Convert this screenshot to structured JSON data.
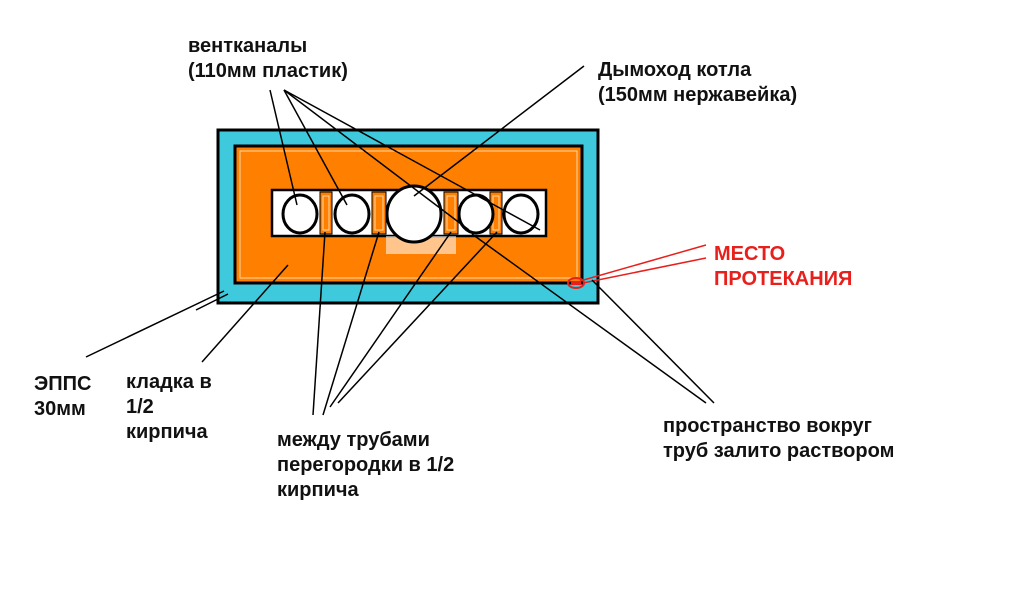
{
  "labels": {
    "vent": {
      "line1": "вентканалы",
      "line2": "(110мм пластик)"
    },
    "chimney": {
      "line1": "Дымоход котла",
      "line2": "(150мм нержавейка)"
    },
    "leak": {
      "line1": "МЕСТО",
      "line2": "ПРОТЕКАНИЯ"
    },
    "epps": {
      "line1": "ЭППС",
      "line2": "30мм"
    },
    "masonry": {
      "line1": "кладка в",
      "line2": "1/2",
      "line3": "кирпича"
    },
    "partitions": {
      "line1": "между трубами",
      "line2": "перегородки в 1/2",
      "line3": "кирпича"
    },
    "space": {
      "line1": "пространство вокруг",
      "line2": "труб залито раствором"
    }
  },
  "colors": {
    "insulation": "#3ec9dc",
    "brick": "#ff7f00",
    "pipe_fill": "#ffffff",
    "leak_marker": "#e8201c",
    "line": "#000000"
  }
}
